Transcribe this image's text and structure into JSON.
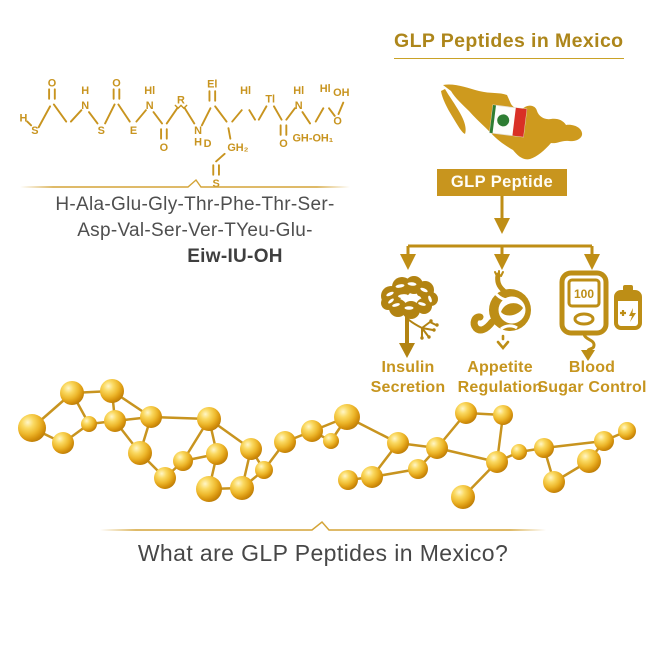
{
  "header": {
    "title": "GLP Peptides in Mexico"
  },
  "peptide_box": {
    "label": "GLP Peptide"
  },
  "sequence": {
    "line1": "H-Ala-Glu-Gly-Thr-Phe-Thr-Ser-",
    "line2": "Asp-Val-Ser-Ver-TYeu-Glu-",
    "line3": "Eiw-IU-OH"
  },
  "chem": {
    "labels": [
      "H",
      "S",
      "O",
      "H",
      "N",
      "S",
      "O",
      "E",
      "Hl",
      "N",
      "O",
      "R",
      "N",
      "H",
      "El",
      "GH₂",
      "D",
      "S",
      "Hl",
      "Tl",
      "O",
      "Hl",
      "N",
      "GH-OH₁",
      "Hl",
      "O",
      "OH"
    ]
  },
  "effects": [
    {
      "icon": "brain-icon",
      "line1": "Insulin",
      "line2": "Secretion"
    },
    {
      "icon": "stomach-icon",
      "line1": "Appetite",
      "line2": "Regulation"
    },
    {
      "icon": "glucose-meter-icon",
      "line1": "Blood",
      "line2": "Sugar Control"
    }
  ],
  "meter": {
    "reading": "100"
  },
  "footer": {
    "question": "What are GLP Peptides in Mexico?"
  },
  "colors": {
    "gold": "#C8941F",
    "gold_dark": "#B8860B",
    "gold_light": "#F5C93F",
    "flag_green": "#2E7D32",
    "flag_red": "#D93025",
    "text_dark": "#474747"
  }
}
